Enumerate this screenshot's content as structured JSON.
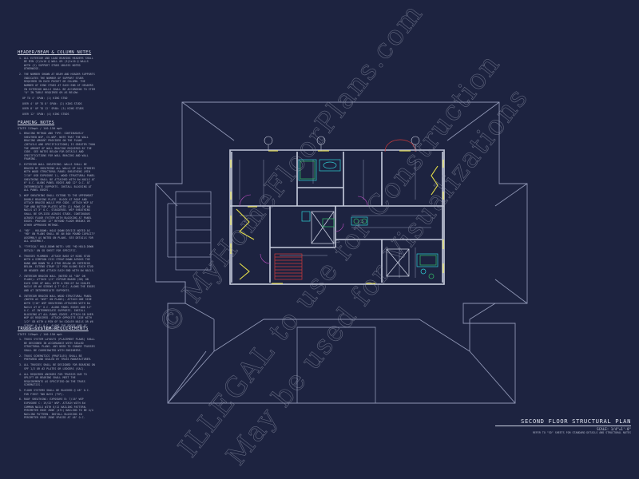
{
  "notes": {
    "header_beam": {
      "title": "HEADER/BEAM & COLUMN NOTES",
      "items": [
        "ALL EXTERIOR AND LOAD BEARING HEADERS SHALL BE MIN (2)2x10 @ WALL OR (3)2x10 @ WALLS WITH (2) SUPPORT STUDS UNLESS NOTED OTHERWISE.",
        "THE NUMBER SHOWN AT BEAM AND HEADER SUPPORTS INDICATES THE NUMBER OF SUPPORT STUDS REQUIRED IN EACH POCKET OR COLUMN. THE NUMBER OF KING STUDS AT EACH END OF HEADERS IN EXTERIOR WALLS SHALL BE ACCORDING TO ITEM \"A\" IN TABLE REQUIRED OR AS BELOW:"
      ],
      "sub_items": [
        "UP TO 4' SPAN: (1) KING STUD",
        "OVER 4' UP TO 8' SPAN: (2) KING STUDS",
        "OVER 8' UP TO 12' SPAN: (3) KING STUDS",
        "OVER 12' SPAN: (4) KING STUDS"
      ]
    },
    "framing": {
      "title": "FRAMING NOTES",
      "sub": "STATE 115mph / 140-150 mph",
      "items": [
        "BRACING METHOD AND TYPE: CONTINUOUSLY SHEATHED WSP, CS-WSP. NOTE THAT THE WALL BRACING AMOUNT PROVIDED ON THE PLANS (DETAILS AND SPECIFICATIONS) IS GREATER THAN THE AMOUNT OF WALL BRACING REQUIRED BY THE CODE. SEE NOTES BELOW FOR DETAILS AND SPECIFICATIONS FOR WALL BRACING AND WALL FRAMING.",
        "EXTERIOR WALL SHEATHING: WALLS SHALL BE BRACED BY SHEATHING ALL WALLS OF ALL STORIES WITH WOOD STRUCTURAL PANEL SHEATHING (MIN 7/16\" OSB EXPOSURE 1), WOOD STRUCTURAL PANEL SHEATHING SHALL BE ATTACHED WITH 8d NAILS AT 6\" O.C. ALONG PANEL EDGES AND 12\" O.C. AT INTERMEDIATE SUPPORTS. INSTALL BLOCKING AT ALL PANEL EDGES.",
        "WSP SHEATHING SHALL EXTEND TO THE UPPERMOST DOUBLE BEARING PLATE. BLOCK AT ROOF AND ATTACH BRACED WALLS PER CODE. ATTACH WSP AT TOP AND BOTTOM PLATES WITH (2) ROWS OF 8d NAILS AT 3\" O.C. STAGGERED. WSP SHEATHING SHALL BE SPLICED ACROSS STUDS. CONTINUOUS ACROSS FLOOR SYSTEM WITH BLOCKING AT PANEL EDGES. PROVIDE 12\" BEYOND FLOOR BREAKS OR OTHER APPROVED METHOD.",
        "\"HD\" - HOLDOWN: HOLD DOWN DEVICE NOTED AS \"HD\" ON PLANS SHALL BE AN 800 POUND CAPACITY ASSEMBLY AS NOTED ON PLANS. SEE DETAILS FOR ALL ASSEMBLY.",
        "\"TYPICAL\" HOLD-DOWN NOTE: USE \"HD HOLD-DOWN DETAIL\" ON SD SHEET FOR SPECIFIC.",
        "TRUSSES PLUMBED: ATTACH BASE OF KING STUD WITH A SIMPSON CS22 STRAP DOWN ACROSS THE BAND AND DOWN TO A STUD BELOW OR INTERIOR BELOW. EXTEND STRAP 11\" MIN ALONG EACH STUD OR HEADER AND ATTACH EACH END WITH 8d NAILS.",
        "INTERIOR BRACED WALL (NOTED AS \"GB\" ON PLANS): ATTACH 1/2\" GYPSUM BOARD (GB) ON EACH SIDE OF WALL WITH A MIN OF 5d COOLER NAILS OR #6 SCREWS @ 7\" O.C. ALONG THE EDGES AND AT INTERMEDIATE SUPPORTS.",
        "INTERIOR BRACED WALL WOOD STRUCTURAL PANEL (NOTED AS \"WSP\" ON PLANS): ATTACH ONE SIDE WITH 7/16\" WSP SHEATHING ATTACHED WITH 8d NAILS AT 6\" O.C. ALONG PANEL EDGES AND 12\" O.C. AT INTERMEDIATE SUPPORTS. INSTALL BLOCKING AT ALL PANEL EDGES. ATTACH GB OVER WSP AS REQUIRED. ATTACH OPPOSITE SIDE WITH 1/2\" GB WITH A MIN OF 5d COOLER NAILS OR #6 SCREWS @ 7\" O.C. ALONG THE EDGES AND AT INTERMEDIATE SUPPORTS."
      ]
    },
    "truss": {
      "title": "TRUSS SYSTEM REQUIREMENTS",
      "sub": "STATE 115mph / 140-150 mph",
      "items": [
        "TRUSS SYSTEM LAYOUTS (PLACEMENT PLANS) SHALL BE DESIGNED IN ACCORDANCE WITH SEALED STRUCTURAL PLANS. ANY NEED TO CHANGE TRUSSES SHALL BE COORDINATED WITH ENGINEERS.",
        "TRUSS SCHEMATICS (PROFILES) SHALL BE PREPARED AND SEALED BY TRUSS MANUFACTURER.",
        "ALL TRUSSES SHALL BE DESIGNED FOR BEARING ON SPF 1/2 OR #2 PLATES OR LEDGERS (SAC).",
        "ALL REQUIRED ANCHORS FOR TRUSSES DUE TO UPLIFT OR BEARING SHALL MEET THE REQUIREMENTS AS SPECIFIED ON THE TRUSS SCHEMATICS.",
        "FLOOR SYSTEMS SHALL BE BLOCKED @ 48\" O.C. FOR FIRST TWO BAYS (TYP).",
        "ROOF SHEATHING: EXPOSURE B: 7/16\" WSP EXPOSURE C: 19/32\" WSP. ATTACH WITH 8d COMMON NAILS WITH 6/12 NAILING PATTERN. PERIMETER EDGE ZONE (4ft) NAILING TO BE 4/4 NAILING PATTERN. INSTALL BLOCKING IN PERIMETER EDGE ZONE SPACED AT 48\" O.C."
      ]
    }
  },
  "title_block": {
    "title": "SECOND FLOOR STRUCTURAL PLAN",
    "scale": "SCALE: 1/4\"=1'-0\"",
    "refer": "REFER TO \"SD\" SHEETS FOR STANDARD DETAILS AND STRUCTURAL NOTES"
  },
  "watermark": {
    "line1": "© MyHomeFloorPlans.com",
    "line2": "ILLEGAL to use for Construction",
    "line3": "May be used for Visualizations"
  },
  "colors": {
    "background": "#1d2340",
    "linework": "#8f96b4",
    "walls": "#c7ccdd",
    "cyan": "#2fd0d6",
    "green": "#2fae63",
    "yellow": "#e7e04a",
    "red": "#d23a3a",
    "magenta": "#c24fc6",
    "watermark": "#9a9fb2"
  }
}
